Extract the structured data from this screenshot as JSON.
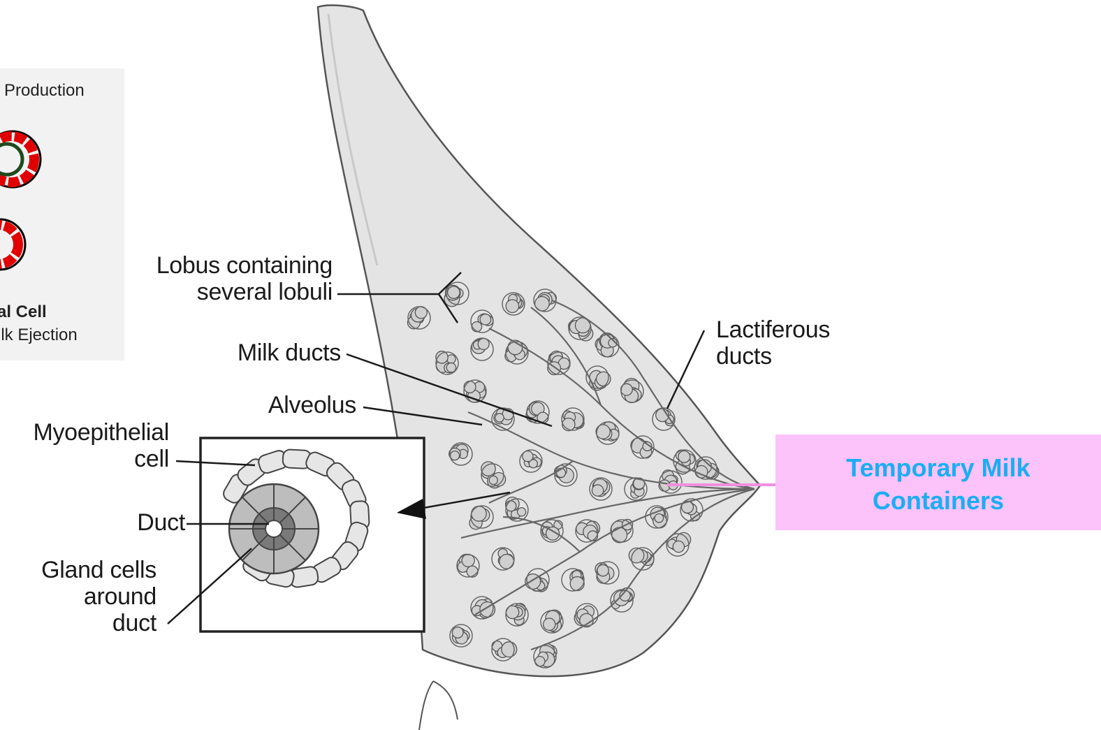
{
  "inset": {
    "title": "Production",
    "cell_label": "al Cell",
    "ejection_label": "ilk Ejection",
    "colors": {
      "outer_ring": "#e00000",
      "inner_ring": "#1f4a1f"
    }
  },
  "labels": {
    "lobus_line1": "Lobus containing",
    "lobus_line2": "several lobuli",
    "milk_ducts": "Milk ducts",
    "alveolus": "Alveolus",
    "myoepithelial_line1": "Myoepithelial",
    "myoepithelial_line2": "cell",
    "duct": "Duct",
    "gland_line1": "Gland cells",
    "gland_line2": "around",
    "gland_line3": "duct",
    "lactiferous_line1": "Lactiferous",
    "lactiferous_line2": "ducts"
  },
  "callout": {
    "line1": "Temporary Milk",
    "line2": "Containers",
    "text_color": "#1aaef5",
    "bg_color": "#fcc2fa"
  }
}
